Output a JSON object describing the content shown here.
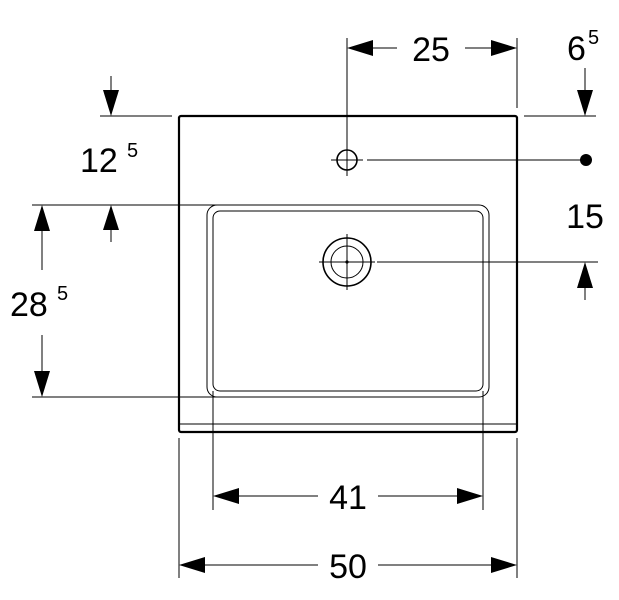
{
  "dimensions": {
    "top_width": {
      "value": "25"
    },
    "top_right": {
      "value": "6",
      "sup": "5"
    },
    "left_top": {
      "value": "12",
      "sup": "5"
    },
    "right_mid": {
      "value": "15"
    },
    "left_height": {
      "value": "28",
      "sup": "5"
    },
    "basin_width": {
      "value": "41"
    },
    "total_width": {
      "value": "50"
    }
  }
}
